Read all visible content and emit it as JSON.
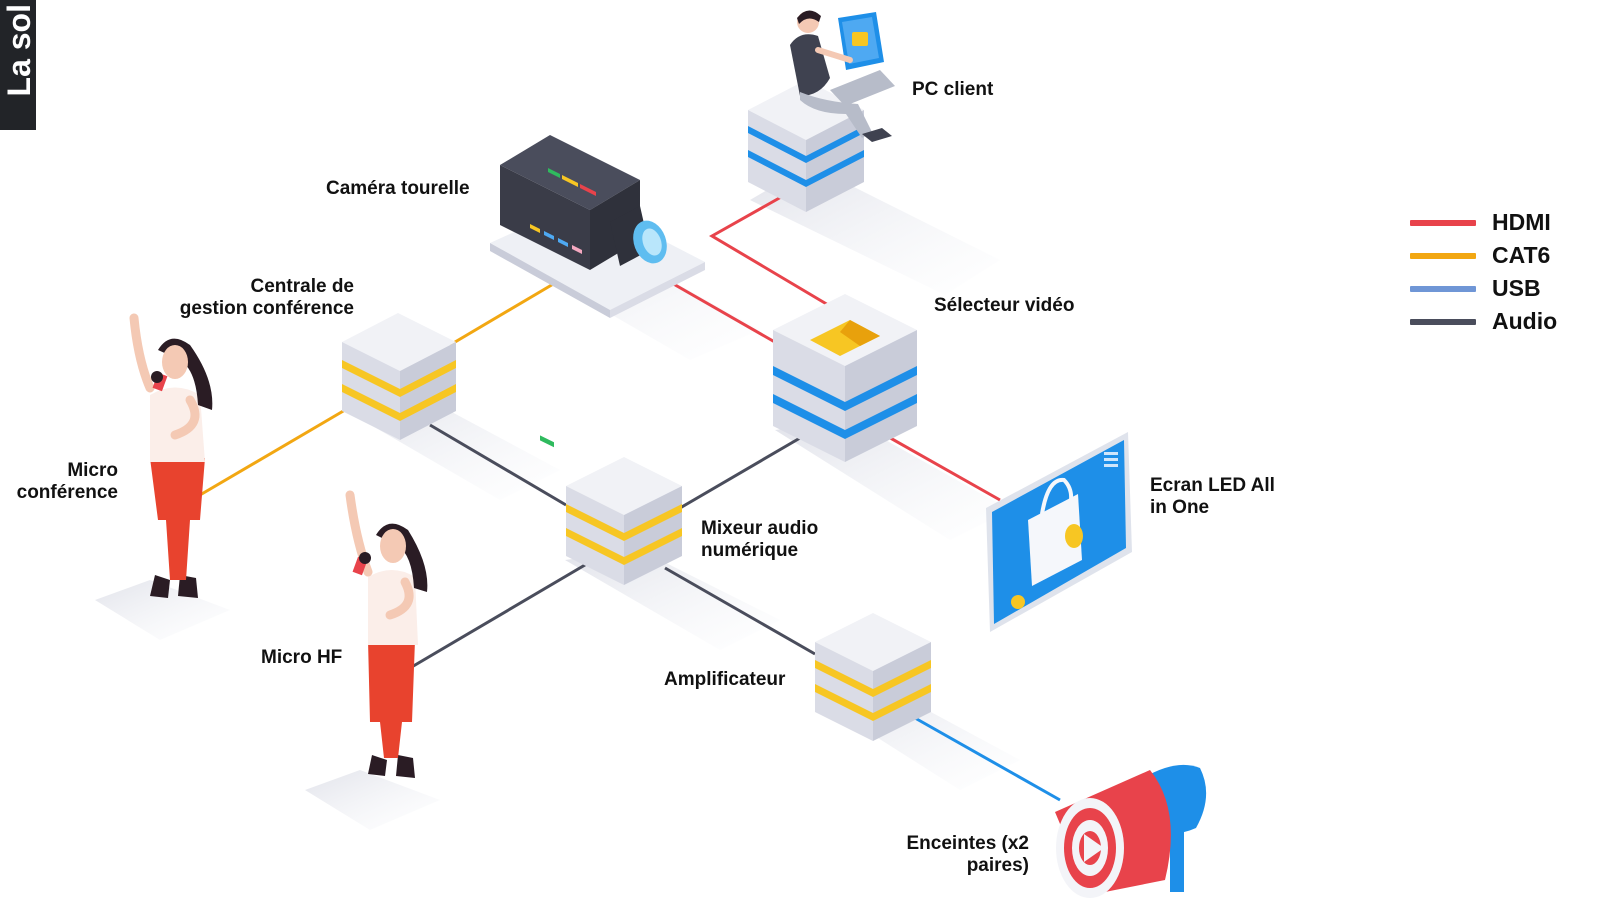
{
  "tab": {
    "text": "La sol"
  },
  "colors": {
    "hdmi": "#e8434b",
    "cat6": "#f2a712",
    "usb": "#6f96d6",
    "audio": "#4a4d5c",
    "blue_band": "#1e8fe8",
    "yellow_band": "#f7c623",
    "cube_top": "#f1f2f6",
    "cube_left": "#dadce6",
    "cube_right": "#c9ccd9",
    "shirt": "#fbeee9",
    "pants": "#e8432e",
    "hair": "#2a1c24"
  },
  "labels": {
    "pc_client": "PC client",
    "camera": "Caméra tourelle",
    "central": [
      "Centrale de",
      "gestion conférence"
    ],
    "selector": "Sélecteur vidéo",
    "micro_conf": [
      "Micro",
      "conférence"
    ],
    "led": [
      "Ecran LED All",
      "in One"
    ],
    "mixer": [
      "Mixeur audio",
      "numérique"
    ],
    "micro_hf": "Micro HF",
    "amp": "Amplificateur",
    "speakers": [
      "Enceintes (x2",
      "paires)"
    ]
  },
  "legend": [
    {
      "label": "HDMI",
      "color": "#e8434b"
    },
    {
      "label": "CAT6",
      "color": "#f2a712"
    },
    {
      "label": "USB",
      "color": "#6f96d6"
    },
    {
      "label": "Audio",
      "color": "#4a4d5c"
    }
  ],
  "icons": [
    "person-laptop-icon",
    "camera-icon",
    "screen-bag-icon",
    "megaphone-icon",
    "woman-microphone-icon"
  ]
}
